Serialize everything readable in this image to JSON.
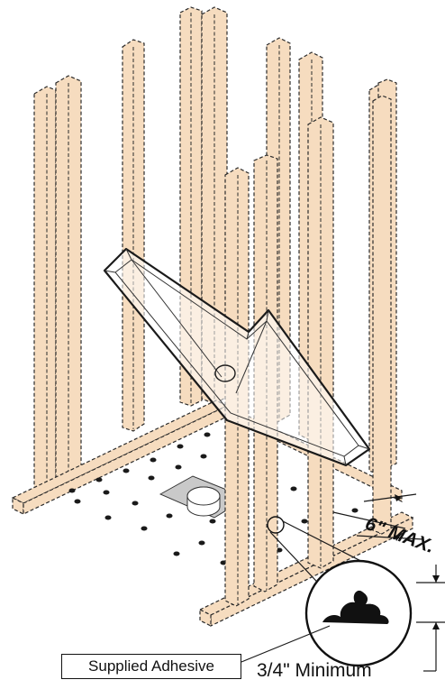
{
  "labels": {
    "max_spacing": "6\" MAX.",
    "supplied_adhesive": "Supplied Adhesive",
    "minimum_height": "3/4\" Minimum"
  },
  "colors": {
    "wood": "#f6dcbf",
    "outline": "#2b2b2b",
    "flange": "#c9c9c9",
    "adhesive": "#111111"
  },
  "icons": {
    "adhesive_blob": "adhesive-blob-icon",
    "magnifier": "detail-circle-icon"
  }
}
